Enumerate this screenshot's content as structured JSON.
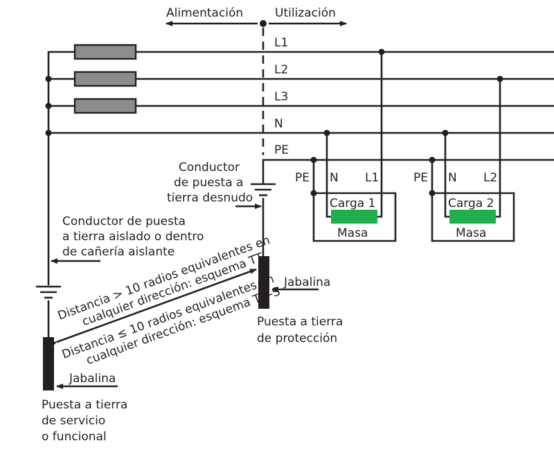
{
  "header": {
    "supply": "Alimentación",
    "usage": "Utilización"
  },
  "lines": [
    "L1",
    "L2",
    "L3",
    "N",
    "PE"
  ],
  "loads": [
    {
      "pe": "PE",
      "n": "N",
      "phase": "L1",
      "name": "Carga 1",
      "mass": "Masa"
    },
    {
      "pe": "PE",
      "n": "N",
      "phase": "L2",
      "name": "Carga 2",
      "mass": "Masa"
    }
  ],
  "labels": {
    "bare_conductor": [
      "Conductor",
      "de puesta a",
      "tierra desnudo"
    ],
    "insulated_conductor": [
      "Conductor de puesta",
      "a tierra aislado o dentro",
      "de cañería aislante"
    ],
    "tt": [
      "Distancia  > 10 radios equivalentes en",
      "cualquier dirección: esquema TT"
    ],
    "tns": [
      "Distancia  ≤ 10 radios equivalentes en",
      "cualquier dirección: esquema TN-S"
    ],
    "rod_protection": "Jabalina",
    "rod_service": "Jabalina",
    "protection_ground": [
      "Puesta a tierra",
      "de protección"
    ],
    "service_ground": [
      "Puesta a tierra",
      "de servicio",
      "o funcional"
    ]
  },
  "colors": {
    "ink": "#231f20",
    "load": "#1db04b",
    "fuse": "#8c8c8e"
  }
}
